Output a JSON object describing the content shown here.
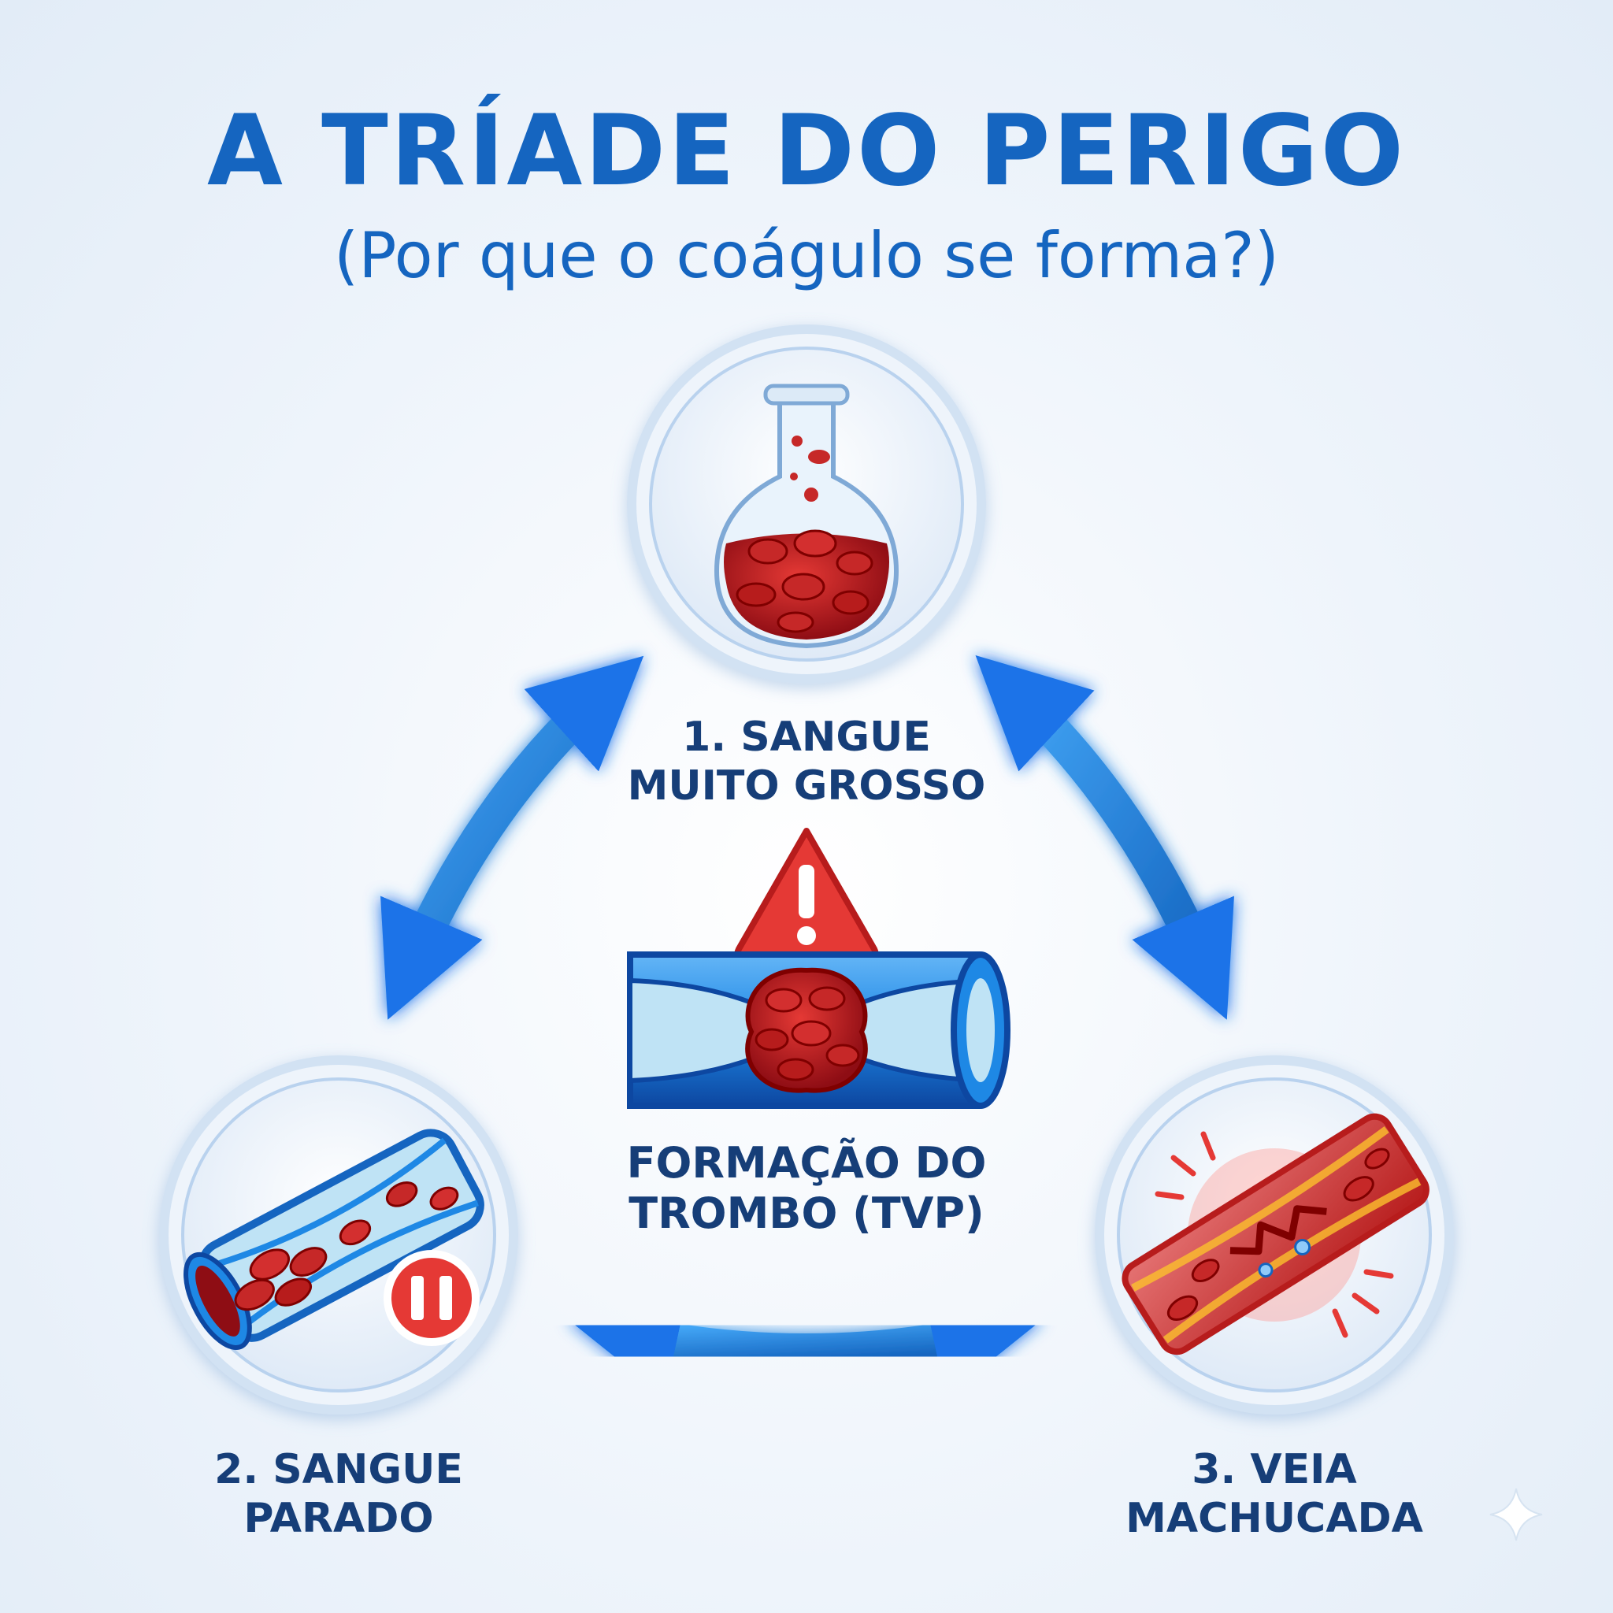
{
  "header": {
    "title": "A TRÍADE DO PERIGO",
    "subtitle": "(Por que o coágulo se forma?)"
  },
  "factors": [
    {
      "label_line1": "1. SANGUE",
      "label_line2": "MUITO GROSSO",
      "icon": "flask-thick-blood-icon"
    },
    {
      "label_line1": "2. SANGUE",
      "label_line2": "PARADO",
      "icon": "stagnant-vessel-pause-icon"
    },
    {
      "label_line1": "3. VEIA",
      "label_line2": "MACHUCADA",
      "icon": "injured-vein-icon"
    }
  ],
  "center": {
    "label_line1": "FORMAÇÃO DO",
    "label_line2": "TROMBO (TVP)",
    "icon": "warning-triangle-icon",
    "illustration": "vein-clot-icon"
  },
  "colors": {
    "title": "#1565c0",
    "label": "#163e78",
    "arrow": "#1a73e8",
    "blood": "#c0141e",
    "warning": "#e53935"
  }
}
